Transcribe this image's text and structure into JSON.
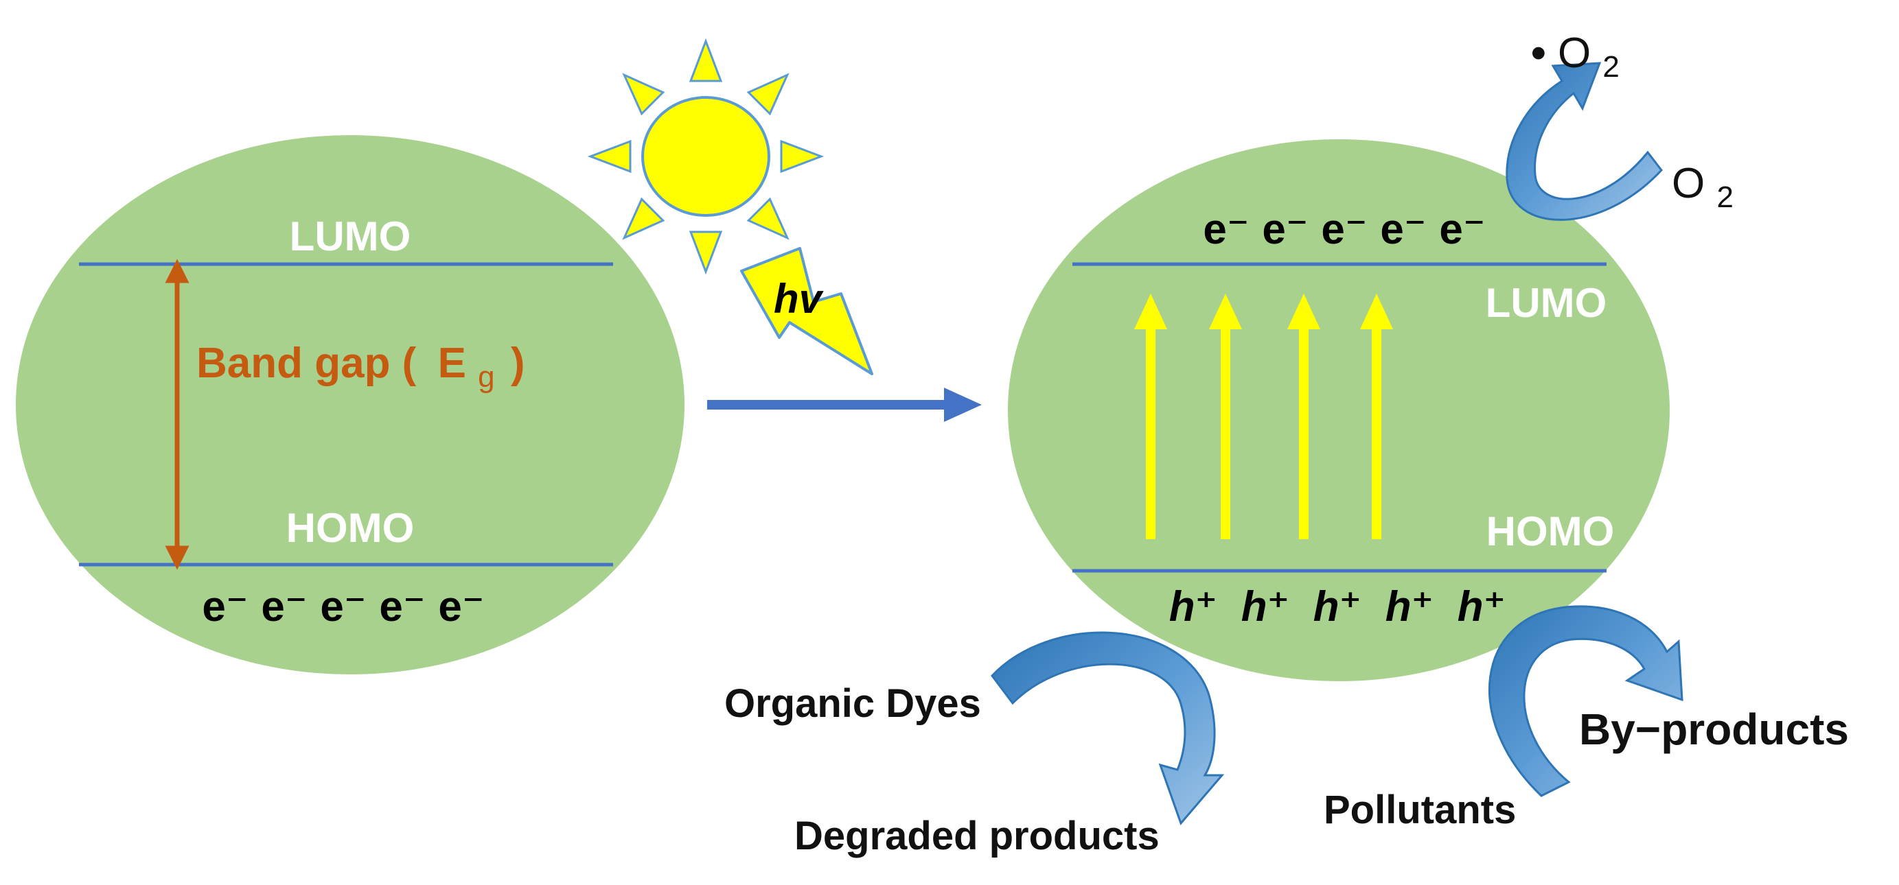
{
  "left_particle": {
    "lumo_label": "LUMO",
    "homo_label": "HOMO",
    "band_gap_label": "Band gap (",
    "band_gap_symbol": "E",
    "band_gap_subscript": "g",
    "band_gap_close": ")",
    "electrons": [
      "e⁻",
      "e⁻",
      "e⁻",
      "e⁻",
      "e⁻"
    ]
  },
  "light": {
    "label": "hv"
  },
  "right_particle": {
    "lumo_label": "LUMO",
    "homo_label": "HOMO",
    "electrons": [
      "e⁻",
      "e⁻",
      "e⁻",
      "e⁻",
      "e⁻"
    ],
    "holes": [
      "h⁺",
      "h⁺",
      "h⁺",
      "h⁺",
      "h⁺"
    ],
    "excitation_arrow_count": 4
  },
  "oxygen": {
    "reactant": "O",
    "reactant_sub": "2",
    "product_dot": "•",
    "product": "O",
    "product_sub": "2"
  },
  "degradation": {
    "organic_dyes": "Organic Dyes",
    "degraded_products": "Degraded products",
    "pollutants": "Pollutants",
    "by_products": "By−products"
  },
  "colors": {
    "particle_fill": "#a9d18e",
    "band_line": "#4472c4",
    "band_gap_arrow": "#c55a11",
    "excitation_arrow": "#ffff00",
    "sun_fill": "#ffff00",
    "sun_stroke": "#5b9bd5",
    "process_arrow": "#4472c4",
    "curved_arrow": "#5b9bd5"
  }
}
